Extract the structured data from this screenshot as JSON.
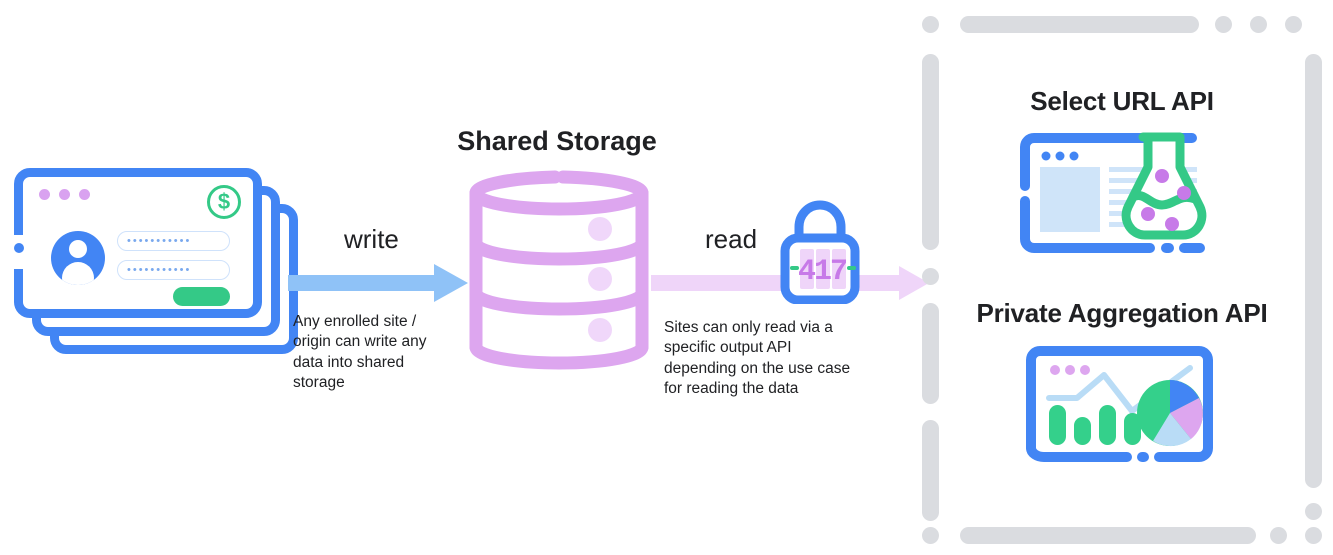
{
  "diagram": {
    "title": "Shared Storage data flow",
    "background": "#ffffff"
  },
  "left": {
    "name": "site-cards",
    "card_count": 3,
    "window_dots": [
      "dot",
      "dot",
      "dot"
    ],
    "badge": "$",
    "field_1_value": "•••••••••••",
    "field_2_value": "•••••••••••",
    "submit_label": ""
  },
  "write_flow": {
    "label": "write",
    "caption": "Any enrolled site /\norigin can write any\ndata into shared\nstorage",
    "arrow_color": "#8fc2f7",
    "arrow_direction": "right"
  },
  "storage": {
    "title": "Shared Storage",
    "color": "#dda6ef",
    "layers": 3
  },
  "read_flow": {
    "label": "read",
    "caption": "Sites can only read via a\nspecific output API\ndepending on the use case\nfor reading the data",
    "arrow_color": "#efd5f9",
    "arrow_direction": "right",
    "lock": {
      "name": "combination-padlock",
      "digits": "417",
      "body_color": "#4285f4",
      "digit_color": "#dda6ef",
      "tick_color": "#34c987"
    }
  },
  "output_panel": {
    "border_color": "#dadce0",
    "apis": [
      {
        "title": "Select URL API",
        "icon": "browser-flask-icon",
        "icon_colors": {
          "browser": "#4285f4",
          "flask": "#34c987",
          "bubbles": "#c77ae8",
          "content": "#cfe4f9"
        }
      },
      {
        "title": "Private Aggregation API",
        "icon": "analytics-dashboard-icon",
        "icon_colors": {
          "browser": "#4285f4",
          "bars": "#34d08b",
          "line": "#b9dcf6",
          "dots": "#dda6ef"
        },
        "chart_data": {
          "type": "bar",
          "categories": [
            "1",
            "2",
            "3",
            "4"
          ],
          "values": [
            100,
            62,
            100,
            78
          ],
          "title": "",
          "xlabel": "",
          "ylabel": "",
          "ylim": [
            0,
            100
          ],
          "series": [
            {
              "name": "bars",
              "values": [
                100,
                62,
                100,
                78
              ]
            },
            {
              "name": "line",
              "values": [
                30,
                30,
                62,
                78,
                40,
                88
              ]
            }
          ],
          "pie_slices": [
            {
              "name": "slice-green",
              "value": 50,
              "color": "#34d08b"
            },
            {
              "name": "slice-blue",
              "value": 17,
              "color": "#4285f4"
            },
            {
              "name": "slice-purple",
              "value": 17,
              "color": "#dda6ef"
            },
            {
              "name": "slice-lightblue",
              "value": 16,
              "color": "#b9dcf6"
            }
          ],
          "grid": false,
          "legend": "none"
        }
      }
    ]
  }
}
